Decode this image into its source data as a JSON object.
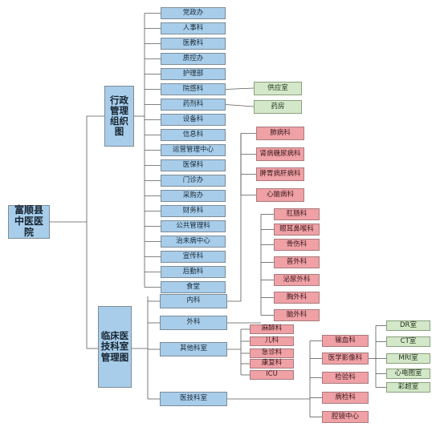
{
  "root": {
    "label": "富顺县中医医院"
  },
  "admin": {
    "label": "行政管理组织图",
    "departments": [
      "党政办",
      "人事科",
      "医教科",
      "质控办",
      "护理部",
      "院感科",
      "药剂科",
      "设备科",
      "信息科",
      "运营管理中心",
      "医保科",
      "门诊办",
      "采购办",
      "财务科",
      "公共管理科",
      "治未病中心",
      "宣传科",
      "后勤科",
      "食堂"
    ],
    "yuangan_sub": "供应室",
    "yaoji_sub": "药房"
  },
  "clinical": {
    "label": "临床医技科室管理图",
    "internal": {
      "label": "内科",
      "subs": [
        "肺病科",
        "肾病糖尿病科",
        "脾胃病肝病科",
        "心脑病科"
      ]
    },
    "surgery": {
      "label": "外科",
      "subs": [
        "肛肠科",
        "眼耳鼻喉科",
        "骨伤科",
        "普外科",
        "泌尿外科",
        "胸外科",
        "脑外科"
      ]
    },
    "other": {
      "label": "其他科室",
      "subs": [
        "麻醉科",
        "儿科",
        "急诊科",
        "康复科",
        "ICU"
      ]
    },
    "tech": {
      "label": "医技科室",
      "subs": [
        "输血科",
        "医学影像科",
        "检验科",
        "病检科",
        "腔镜中心"
      ],
      "imaging": [
        "DR室",
        "CT室",
        "MRI室",
        "心电图室",
        "彩超室"
      ]
    }
  },
  "colors": {
    "blue": "#a7cdea",
    "green": "#d3e8c8",
    "pink": "#f0a1a6",
    "line": "#5a5a5a"
  }
}
